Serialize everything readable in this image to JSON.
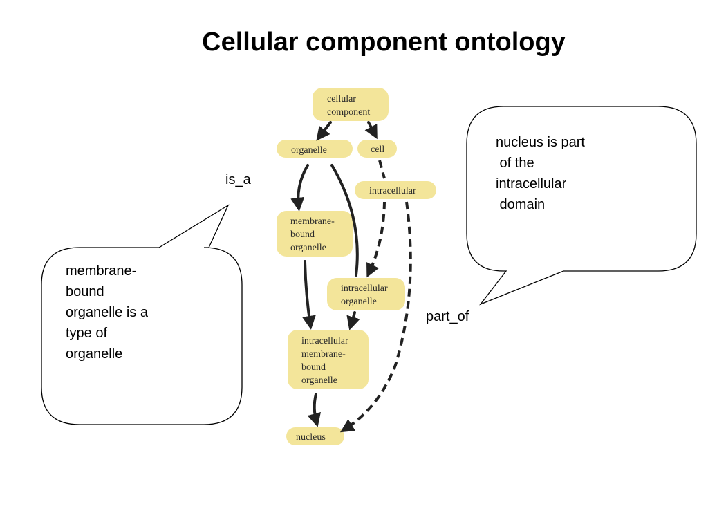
{
  "title": "Cellular component ontology",
  "labels": {
    "is_a": "is_a",
    "part_of": "part_of"
  },
  "callouts": {
    "left": [
      "membrane-",
      "bound",
      "organelle is a",
      "type of",
      "organelle"
    ],
    "right": [
      "nucleus is part",
      " of the",
      "intracellular",
      " domain"
    ]
  },
  "nodes": {
    "cellular_component": [
      "cellular",
      "component"
    ],
    "organelle": [
      "organelle"
    ],
    "cell": [
      "cell"
    ],
    "intracellular": [
      "intracellular"
    ],
    "membrane_bound_organelle": [
      "membrane-",
      "bound",
      "organelle"
    ],
    "intracellular_organelle": [
      "intracellular",
      "organelle"
    ],
    "intracellular_membrane_bound_organelle": [
      "intracellular",
      "membrane-",
      "bound",
      "organelle"
    ],
    "nucleus": [
      "nucleus"
    ]
  },
  "colors": {
    "node_fill": "#f3e59a",
    "edge": "#222222",
    "callout_stroke": "#000000"
  }
}
